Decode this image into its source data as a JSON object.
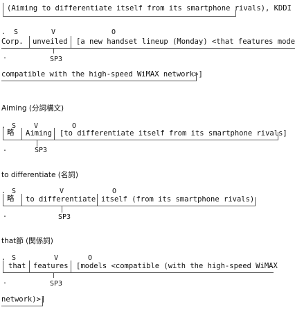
{
  "block1": {
    "line1": "(Aiming to differentiate itself from its smartphone rivals), KDDI",
    "labels": {
      "dot": ".",
      "s": "S",
      "v": "V",
      "o": "O"
    },
    "seg_corp": "Corp.",
    "seg_unveiled": "unveiled",
    "seg_object": "[a new handset lineup (Monday) <that features models",
    "bottom_dot": ".",
    "sp3": "SP3",
    "line3": "compatible with the high-speed WiMAX network>]"
  },
  "block2": {
    "heading": "Aiming (分詞構文)",
    "labels": {
      "dot": ".",
      "s": "S",
      "v": "V",
      "o": "O"
    },
    "seg_ryaku": "略",
    "seg_aiming": "Aiming",
    "seg_object": "[to differentiate itself from its smartphone rivals]",
    "bottom_dot": ".",
    "sp3": "SP3"
  },
  "block3": {
    "heading": "to differentiate (名詞)",
    "labels": {
      "dot": ".",
      "s": "S",
      "v": "V",
      "o": "O"
    },
    "seg_ryaku": "略",
    "seg_verb": "to differentiate",
    "seg_object": "itself (from its smartphone rivals)",
    "bottom_dot": ".",
    "sp3": "SP3"
  },
  "block4": {
    "heading": "that節 (関係詞)",
    "labels": {
      "dot": ".",
      "s": "S",
      "v": "V",
      "o": "O"
    },
    "seg_that": "that",
    "seg_features": "features",
    "seg_object": "[models <compatible (with the high-speed WiMAX",
    "bottom_dot": ".",
    "sp3": "SP3",
    "line3": "network)>]"
  }
}
